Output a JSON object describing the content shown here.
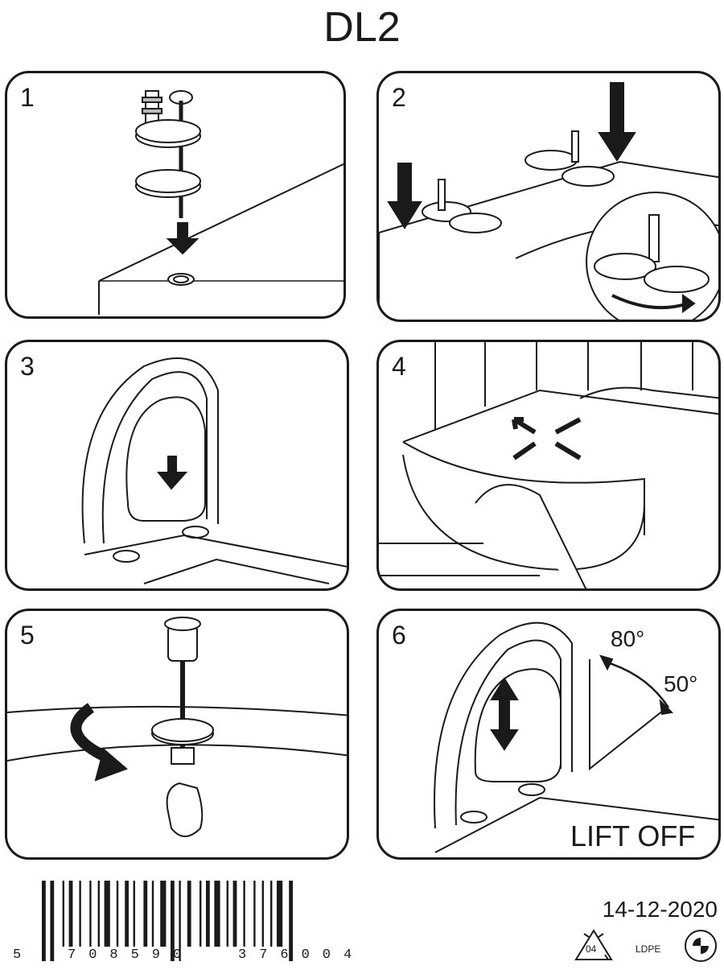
{
  "title": "DL2",
  "steps": [
    {
      "number": "1"
    },
    {
      "number": "2"
    },
    {
      "number": "3"
    },
    {
      "number": "4"
    },
    {
      "number": "5"
    },
    {
      "number": "6"
    }
  ],
  "panel6": {
    "angle_top": "80°",
    "angle_bottom": "50°",
    "caption": "LIFT OFF"
  },
  "barcode": {
    "lead_digit": "5",
    "group_left": "708590",
    "group_right": "376004"
  },
  "date": "14-12-2020",
  "recycling": {
    "code": "04",
    "material": "LDPE"
  }
}
